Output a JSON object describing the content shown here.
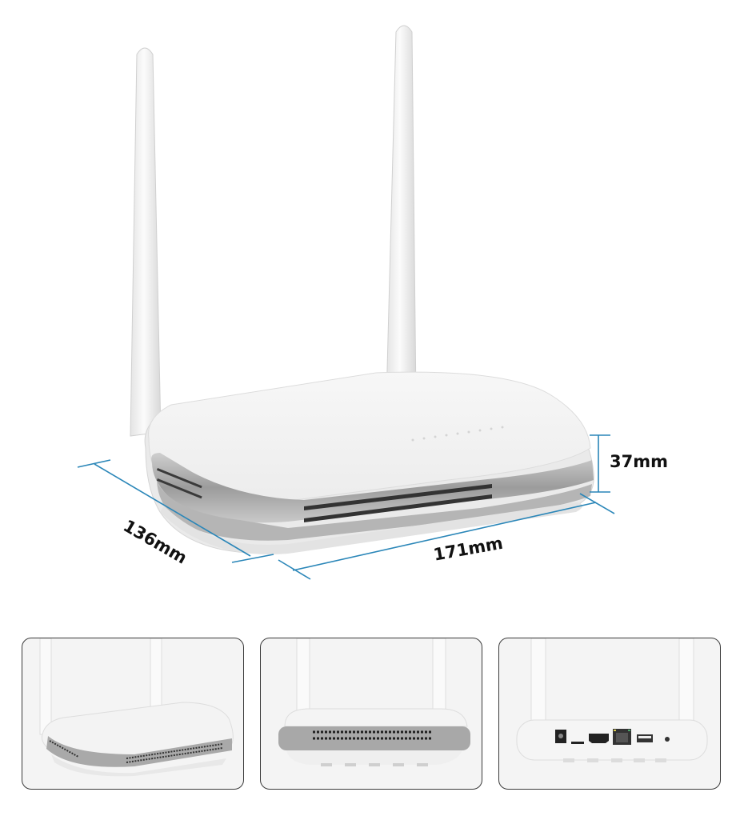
{
  "product": {
    "type": "dual-antenna wireless router",
    "body_color": "#f2f2f2",
    "trim_color": "#a9a9a9",
    "vent_color": "#333333"
  },
  "dimensions": {
    "depth": "136mm",
    "width": "171mm",
    "height": "37mm",
    "line_color": "#2a86b8"
  },
  "thumbnails": [
    {
      "view": "angled-front",
      "frame_color": "#3a3a3a"
    },
    {
      "view": "front",
      "frame_color": "#3a3a3a"
    },
    {
      "view": "rear-ports",
      "frame_color": "#3a3a3a",
      "ports": [
        "dc-power",
        "sd-card-slot",
        "hdmi",
        "ethernet",
        "usb",
        "reset"
      ]
    }
  ]
}
